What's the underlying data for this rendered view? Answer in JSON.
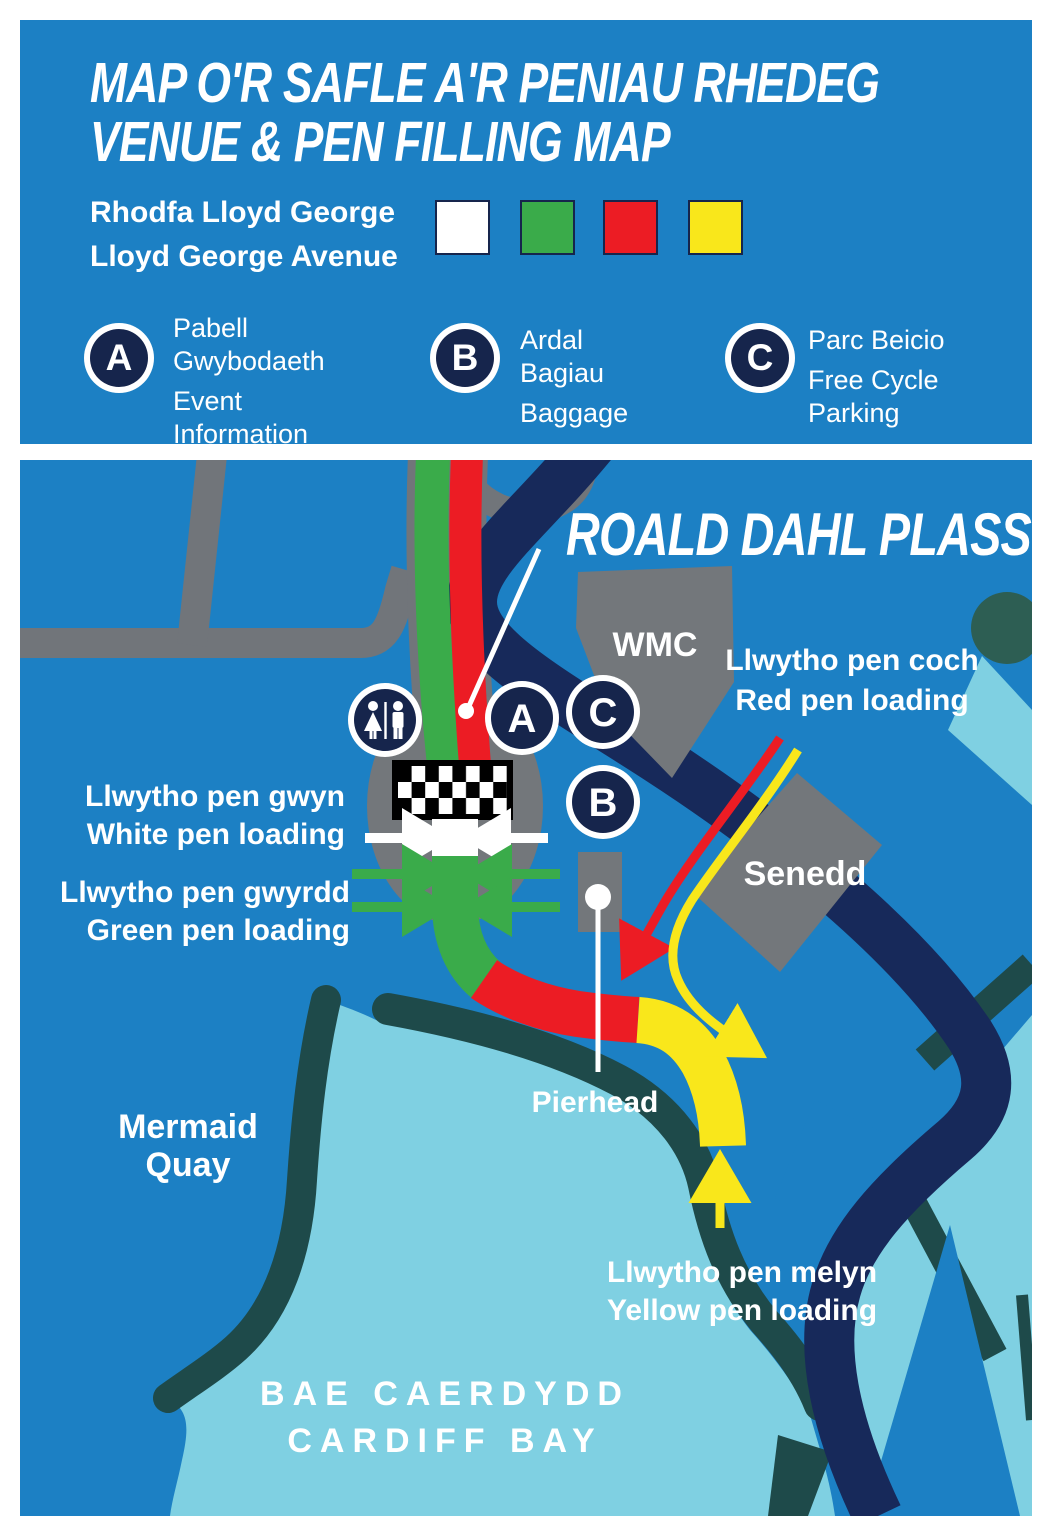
{
  "header": {
    "title_line1": "MAP O'R SAFLE A'R PENIAU RHEDEG",
    "title_line2": "VENUE & PEN FILLING MAP",
    "route_legend": {
      "welsh": "Rhodfa Lloyd George",
      "english": "Lloyd George Avenue",
      "swatches": [
        {
          "name": "white-pen",
          "color": "#ffffff"
        },
        {
          "name": "green-pen",
          "color": "#3aab4a"
        },
        {
          "name": "red-pen",
          "color": "#ec1c24"
        },
        {
          "name": "yellow-pen",
          "color": "#f9e71b"
        }
      ]
    },
    "legend_items": [
      {
        "letter": "A",
        "welsh_lines": [
          "Pabell",
          "Gwybodaeth"
        ],
        "english_lines": [
          "Event",
          "Information"
        ]
      },
      {
        "letter": "B",
        "welsh_lines": [
          "Ardal",
          "Bagiau"
        ],
        "english_lines": [
          "Baggage"
        ]
      },
      {
        "letter": "C",
        "welsh_lines": [
          "Parc Beicio"
        ],
        "english_lines": [
          "Free Cycle",
          "Parking"
        ]
      }
    ]
  },
  "map": {
    "title": "ROALD DAHL PLASS",
    "markers": {
      "a": "A",
      "b": "B",
      "c": "C"
    },
    "icons": {
      "toilets": "toilets-icon"
    },
    "buildings": {
      "wmc": "WMC",
      "senedd": "Senedd",
      "pierhead": "Pierhead"
    },
    "places": {
      "mermaid_quay_lines": [
        "Mermaid",
        "Quay"
      ],
      "bay_lines": [
        "BAE CAERDYDD",
        "CARDIFF BAY"
      ]
    },
    "pen_loading": {
      "white": {
        "welsh": "Llwytho pen gwyn",
        "english": "White pen loading"
      },
      "green": {
        "welsh": "Llwytho pen gwyrdd",
        "english": "Green pen loading"
      },
      "red": {
        "welsh": "Llwytho pen coch",
        "english": "Red pen loading"
      },
      "yellow": {
        "welsh": "Llwytho pen melyn",
        "english": "Yellow pen loading"
      }
    }
  },
  "colors": {
    "panel_blue": "#1c80c4",
    "navy": "#17295a",
    "circle_navy": "#16254c",
    "road_gray": "#71757a",
    "building_gray": "#73777b",
    "green": "#3aab4a",
    "red": "#ec1c24",
    "yellow": "#f9e71b",
    "water_light_blue": "#7fd0e2",
    "coast_teal": "#1e4a4a",
    "pier_teal": "#2d5e53",
    "white": "#ffffff"
  }
}
